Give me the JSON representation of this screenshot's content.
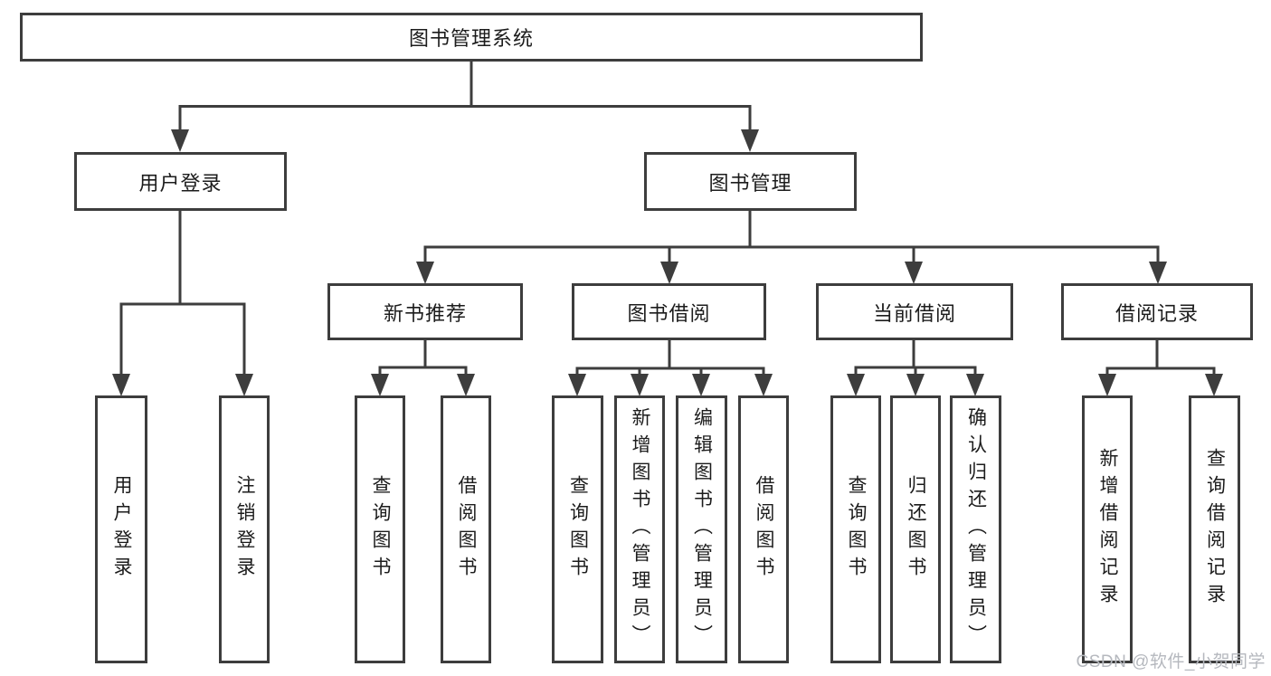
{
  "diagram": {
    "type": "hierarchy-tree",
    "root": {
      "label": "图书管理系统"
    },
    "branches": [
      {
        "label": "用户登录",
        "children": [
          {
            "label": "用户登录"
          },
          {
            "label": "注销登录"
          }
        ]
      },
      {
        "label": "图书管理",
        "children": [
          {
            "label": "新书推荐",
            "children": [
              {
                "label": "查询图书"
              },
              {
                "label": "借阅图书"
              }
            ]
          },
          {
            "label": "图书借阅",
            "children": [
              {
                "label": "查询图书"
              },
              {
                "label": "新增图书（管理员）"
              },
              {
                "label": "编辑图书（管理员）"
              },
              {
                "label": "借阅图书"
              }
            ]
          },
          {
            "label": "当前借阅",
            "children": [
              {
                "label": "查询图书"
              },
              {
                "label": "归还图书"
              },
              {
                "label": "确认归还（管理员）"
              }
            ]
          },
          {
            "label": "借阅记录",
            "children": [
              {
                "label": "新增借阅记录"
              },
              {
                "label": "查询借阅记录"
              }
            ]
          }
        ]
      }
    ]
  },
  "watermark": {
    "text": "CSDN @软件_小贺同学"
  },
  "colors": {
    "line": "#3d3d3d",
    "box_border": "#3d3d3d",
    "text": "#1c1c1c",
    "watermark": "#b5b8be",
    "background": "#ffffff"
  }
}
